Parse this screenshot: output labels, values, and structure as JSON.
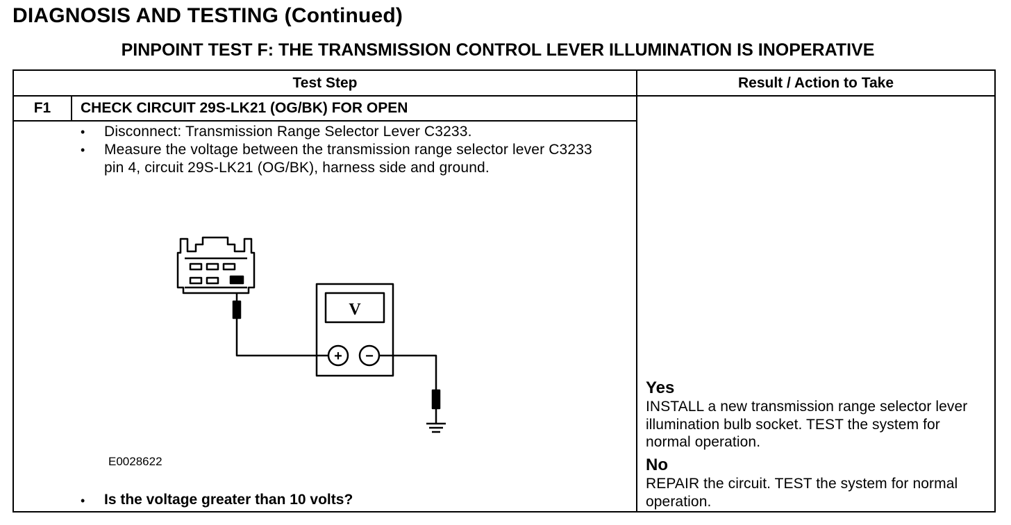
{
  "header": {
    "section_title": "DIAGNOSIS AND TESTING (Continued)",
    "test_title": "PINPOINT TEST  F: THE TRANSMISSION CONTROL LEVER ILLUMINATION IS INOPERATIVE"
  },
  "table": {
    "col_test_step": "Test Step",
    "col_result": "Result / Action to Take"
  },
  "step": {
    "id": "F1",
    "title": "CHECK CIRCUIT 29S-LK21 (OG/BK) FOR OPEN",
    "bullets": [
      "Disconnect: Transmission Range Selector Lever C3233.",
      "Measure the voltage between the transmission range selector lever C3233 pin 4, circuit 29S-LK21 (OG/BK), harness side and ground."
    ],
    "figure_id": "E0028622",
    "question": "Is the voltage greater than 10 volts?",
    "bullet_symbol": "•"
  },
  "diagram": {
    "meter_symbol": "V",
    "plus_symbol": "+",
    "minus_symbol": "−"
  },
  "result": {
    "yes_label": "Yes",
    "yes_text": "INSTALL a new transmission range selector lever illumination bulb socket. TEST the system for normal operation.",
    "no_label": "No",
    "no_text": "REPAIR the circuit. TEST the system for normal operation."
  }
}
